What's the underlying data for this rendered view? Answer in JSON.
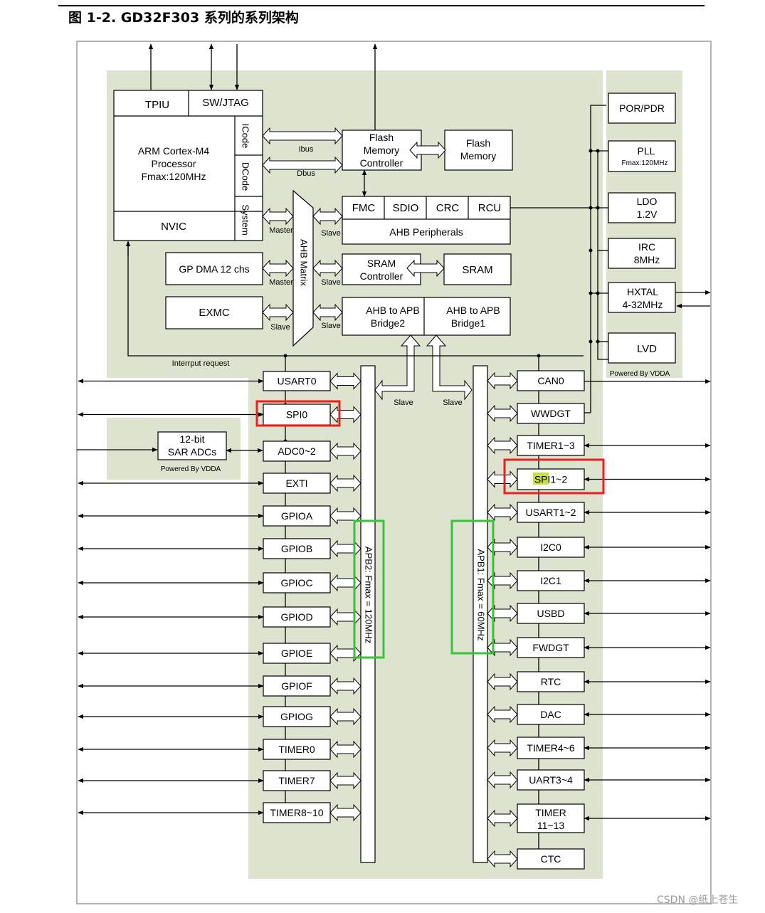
{
  "title": "图 1-2. GD32F303 系列的系列架构",
  "watermark": "CSDN @纸上苍生",
  "core": {
    "tpiu": "TPIU",
    "swjtag": "SW/JTAG",
    "cpu_line1": "ARM Cortex-M4",
    "cpu_line2": "Processor",
    "cpu_line3": "Fmax:120MHz",
    "nvic": "NVIC",
    "icode": "ICode",
    "dcode": "DCode",
    "system": "System",
    "ibus": "Ibus",
    "dbus": "Dbus",
    "master1": "Master",
    "master2": "Master",
    "slave_exmc": "Slave",
    "interrupt": "Interrput request"
  },
  "ahb": {
    "matrix": "AHB Matrix",
    "fmc_line1": "Flash",
    "fmc_line2": "Memory",
    "fmc_line3": "Controller",
    "flash_line1": "Flash",
    "flash_line2": "Memory",
    "fmc": "FMC",
    "sdio": "SDIO",
    "crc": "CRC",
    "rcu": "RCU",
    "peripherals": "AHB Peripherals",
    "sram_ctrl_line1": "SRAM",
    "sram_ctrl_line2": "Controller",
    "sram": "SRAM",
    "gpdma": "GP DMA 12 chs",
    "exmc": "EXMC",
    "bridge2_line1": "AHB to APB",
    "bridge2_line2": "Bridge2",
    "bridge1_line1": "AHB to APB",
    "bridge1_line2": "Bridge1",
    "slave1": "Slave",
    "slave2": "Slave",
    "slave3": "Slave",
    "slave_apb2": "Slave",
    "slave_apb1": "Slave"
  },
  "power": {
    "porpdr": "POR/PDR",
    "pll": "PLL",
    "pll_sub": "Fmax:120MHz",
    "ldo_line1": "LDO",
    "ldo_line2": "1.2V",
    "irc_line1": "IRC",
    "irc_line2": "8MHz",
    "hxtal_line1": "HXTAL",
    "hxtal_line2": "4-32MHz",
    "lvd": "LVD",
    "powered": "Powered By VDDA"
  },
  "adc": {
    "line1": "12-bit",
    "line2": "SAR ADCs",
    "powered": "Powered By VDDA"
  },
  "apb2": {
    "bus": "APB2: Fmax = 120MHz",
    "items": [
      "USART0",
      "SPI0",
      "ADC0~2",
      "EXTI",
      "GPIOA",
      "GPIOB",
      "GPIOC",
      "GPIOD",
      "GPIOE",
      "GPIOF",
      "GPIOG",
      "TIMER0",
      "TIMER7",
      "TIMER8~10"
    ]
  },
  "apb1": {
    "bus": "APB1: Fmax = 60MHz",
    "items": [
      "CAN0",
      "WWDGT",
      "TIMER1~3",
      "SPI1~2",
      "USART1~2",
      "I2C0",
      "I2C1",
      "USBD",
      "FWDGT",
      "RTC",
      "DAC",
      "TIMER4~6",
      "UART3~4",
      "TIMER",
      "11~13",
      "CTC"
    ]
  },
  "colors": {
    "panel": "#dde3cf",
    "highlight_red": "#e8201e",
    "highlight_green": "#36c33a",
    "text_highlight": "#c7e04a"
  }
}
